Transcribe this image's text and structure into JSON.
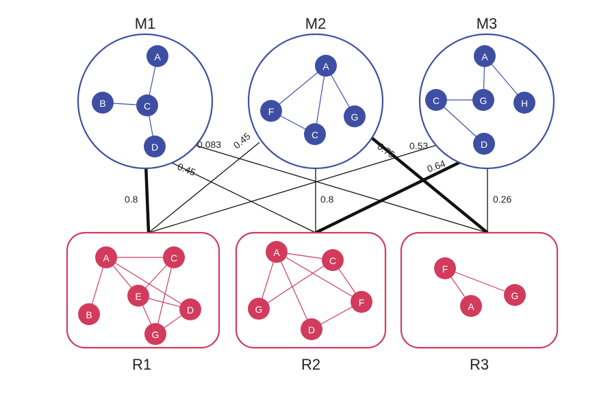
{
  "colors": {
    "m_color": "#3e4fa3",
    "r_color": "#d23b5c",
    "link_color": "#111111"
  },
  "m_groups": [
    {
      "id": "M1",
      "label": "M1",
      "nodes": [
        {
          "id": "A",
          "label": "A"
        },
        {
          "id": "B",
          "label": "B"
        },
        {
          "id": "C",
          "label": "C"
        },
        {
          "id": "D",
          "label": "D"
        }
      ],
      "edges": [
        [
          "A",
          "C"
        ],
        [
          "B",
          "C"
        ],
        [
          "C",
          "D"
        ]
      ]
    },
    {
      "id": "M2",
      "label": "M2",
      "nodes": [
        {
          "id": "A",
          "label": "A"
        },
        {
          "id": "F",
          "label": "F"
        },
        {
          "id": "C",
          "label": "C"
        },
        {
          "id": "G",
          "label": "G"
        }
      ],
      "edges": [
        [
          "A",
          "F"
        ],
        [
          "A",
          "C"
        ],
        [
          "A",
          "G"
        ],
        [
          "F",
          "C"
        ]
      ]
    },
    {
      "id": "M3",
      "label": "M3",
      "nodes": [
        {
          "id": "A",
          "label": "A"
        },
        {
          "id": "C",
          "label": "C"
        },
        {
          "id": "G",
          "label": "G"
        },
        {
          "id": "H",
          "label": "H"
        },
        {
          "id": "D",
          "label": "D"
        }
      ],
      "edges": [
        [
          "A",
          "G"
        ],
        [
          "A",
          "H"
        ],
        [
          "C",
          "G"
        ],
        [
          "C",
          "D"
        ]
      ]
    }
  ],
  "r_groups": [
    {
      "id": "R1",
      "label": "R1",
      "nodes": [
        {
          "id": "A",
          "label": "A"
        },
        {
          "id": "C",
          "label": "C"
        },
        {
          "id": "E",
          "label": "E"
        },
        {
          "id": "B",
          "label": "B"
        },
        {
          "id": "D",
          "label": "D"
        },
        {
          "id": "G",
          "label": "G"
        }
      ],
      "edges": [
        [
          "A",
          "C"
        ],
        [
          "A",
          "B"
        ],
        [
          "A",
          "E"
        ],
        [
          "A",
          "D"
        ],
        [
          "E",
          "C"
        ],
        [
          "C",
          "G"
        ],
        [
          "E",
          "G"
        ],
        [
          "E",
          "D"
        ],
        [
          "G",
          "D"
        ]
      ]
    },
    {
      "id": "R2",
      "label": "R2",
      "nodes": [
        {
          "id": "A",
          "label": "A"
        },
        {
          "id": "C",
          "label": "C"
        },
        {
          "id": "G",
          "label": "G"
        },
        {
          "id": "F",
          "label": "F"
        },
        {
          "id": "D",
          "label": "D"
        }
      ],
      "edges": [
        [
          "A",
          "C"
        ],
        [
          "A",
          "G"
        ],
        [
          "A",
          "D"
        ],
        [
          "A",
          "F"
        ],
        [
          "C",
          "G"
        ],
        [
          "C",
          "F"
        ],
        [
          "D",
          "F"
        ]
      ]
    },
    {
      "id": "R3",
      "label": "R3",
      "nodes": [
        {
          "id": "F",
          "label": "F"
        },
        {
          "id": "A",
          "label": "A"
        },
        {
          "id": "G",
          "label": "G"
        }
      ],
      "edges": [
        [
          "F",
          "A"
        ],
        [
          "F",
          "G"
        ]
      ]
    }
  ],
  "links": [
    {
      "from": "M1",
      "to": "R1",
      "weight": 0.8,
      "label": "0.8",
      "bold": true
    },
    {
      "from": "M1",
      "to": "R2",
      "weight": 0.45,
      "label": "0.45",
      "bold": false
    },
    {
      "from": "M1",
      "to": "R3",
      "weight": 0.083,
      "label": "0.083",
      "bold": false
    },
    {
      "from": "M2",
      "to": "R1",
      "weight": 0.45,
      "label": "0.45",
      "bold": false
    },
    {
      "from": "M2",
      "to": "R2",
      "weight": 0.8,
      "label": "0.8",
      "bold": false
    },
    {
      "from": "M2",
      "to": "R3",
      "weight": 0.75,
      "label": "0.75",
      "bold": true
    },
    {
      "from": "M3",
      "to": "R1",
      "weight": 0.53,
      "label": "0.53",
      "bold": false
    },
    {
      "from": "M3",
      "to": "R2",
      "weight": 0.64,
      "label": "0.64",
      "bold": true
    },
    {
      "from": "M3",
      "to": "R3",
      "weight": 0.26,
      "label": "0.26",
      "bold": false
    }
  ]
}
